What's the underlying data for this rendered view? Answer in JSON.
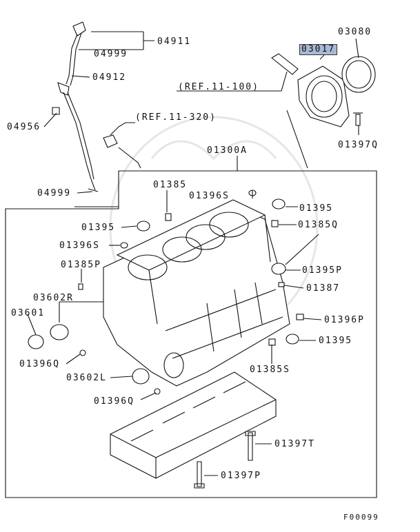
{
  "labels": {
    "p04911": "04911",
    "p04999a": "04999",
    "p04912": "04912",
    "p04956": "04956",
    "p04999b": "04999",
    "ref11_320": "(REF.11-320)",
    "ref11_100": "(REF.11-100)",
    "p03017": "03017",
    "p03080": "03080",
    "p01397Q": "01397Q",
    "p01300A": "01300A",
    "p01385": "01385",
    "p01396S_a": "01396S",
    "p01395_r": "01395",
    "p01385Q": "01385Q",
    "p01395_l": "01395",
    "p01396S_b": "01396S",
    "p01395P": "01395P",
    "p01385P": "01385P",
    "p01387": "01387",
    "p03602R": "03602R",
    "p03601": "03601",
    "p01396P": "01396P",
    "p01395_r2": "01395",
    "p01396Q_a": "01396Q",
    "p01385S": "01385S",
    "p03602L": "03602L",
    "p01396Q_b": "01396Q",
    "p01397T": "01397T",
    "p01397P": "01397P",
    "figure_code": "F00099"
  },
  "highlight_color": "#a9b8d6"
}
